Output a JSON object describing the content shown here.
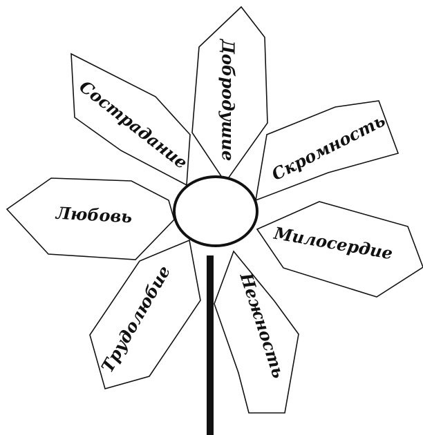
{
  "diagram": {
    "petals": [
      {
        "id": "sostradanie",
        "label": "Сострадание"
      },
      {
        "id": "dobrodushie",
        "label": "Добродушие"
      },
      {
        "id": "skromnost",
        "label": "Скромность"
      },
      {
        "id": "lyubov",
        "label": "Любовь"
      },
      {
        "id": "miloserdie",
        "label": "Милосердие"
      },
      {
        "id": "trudolyubie",
        "label": "Трудолюбие"
      },
      {
        "id": "nezhnost",
        "label": "Нежность"
      }
    ]
  },
  "colors": {
    "stroke": "#111111",
    "fill": "#ffffff"
  }
}
